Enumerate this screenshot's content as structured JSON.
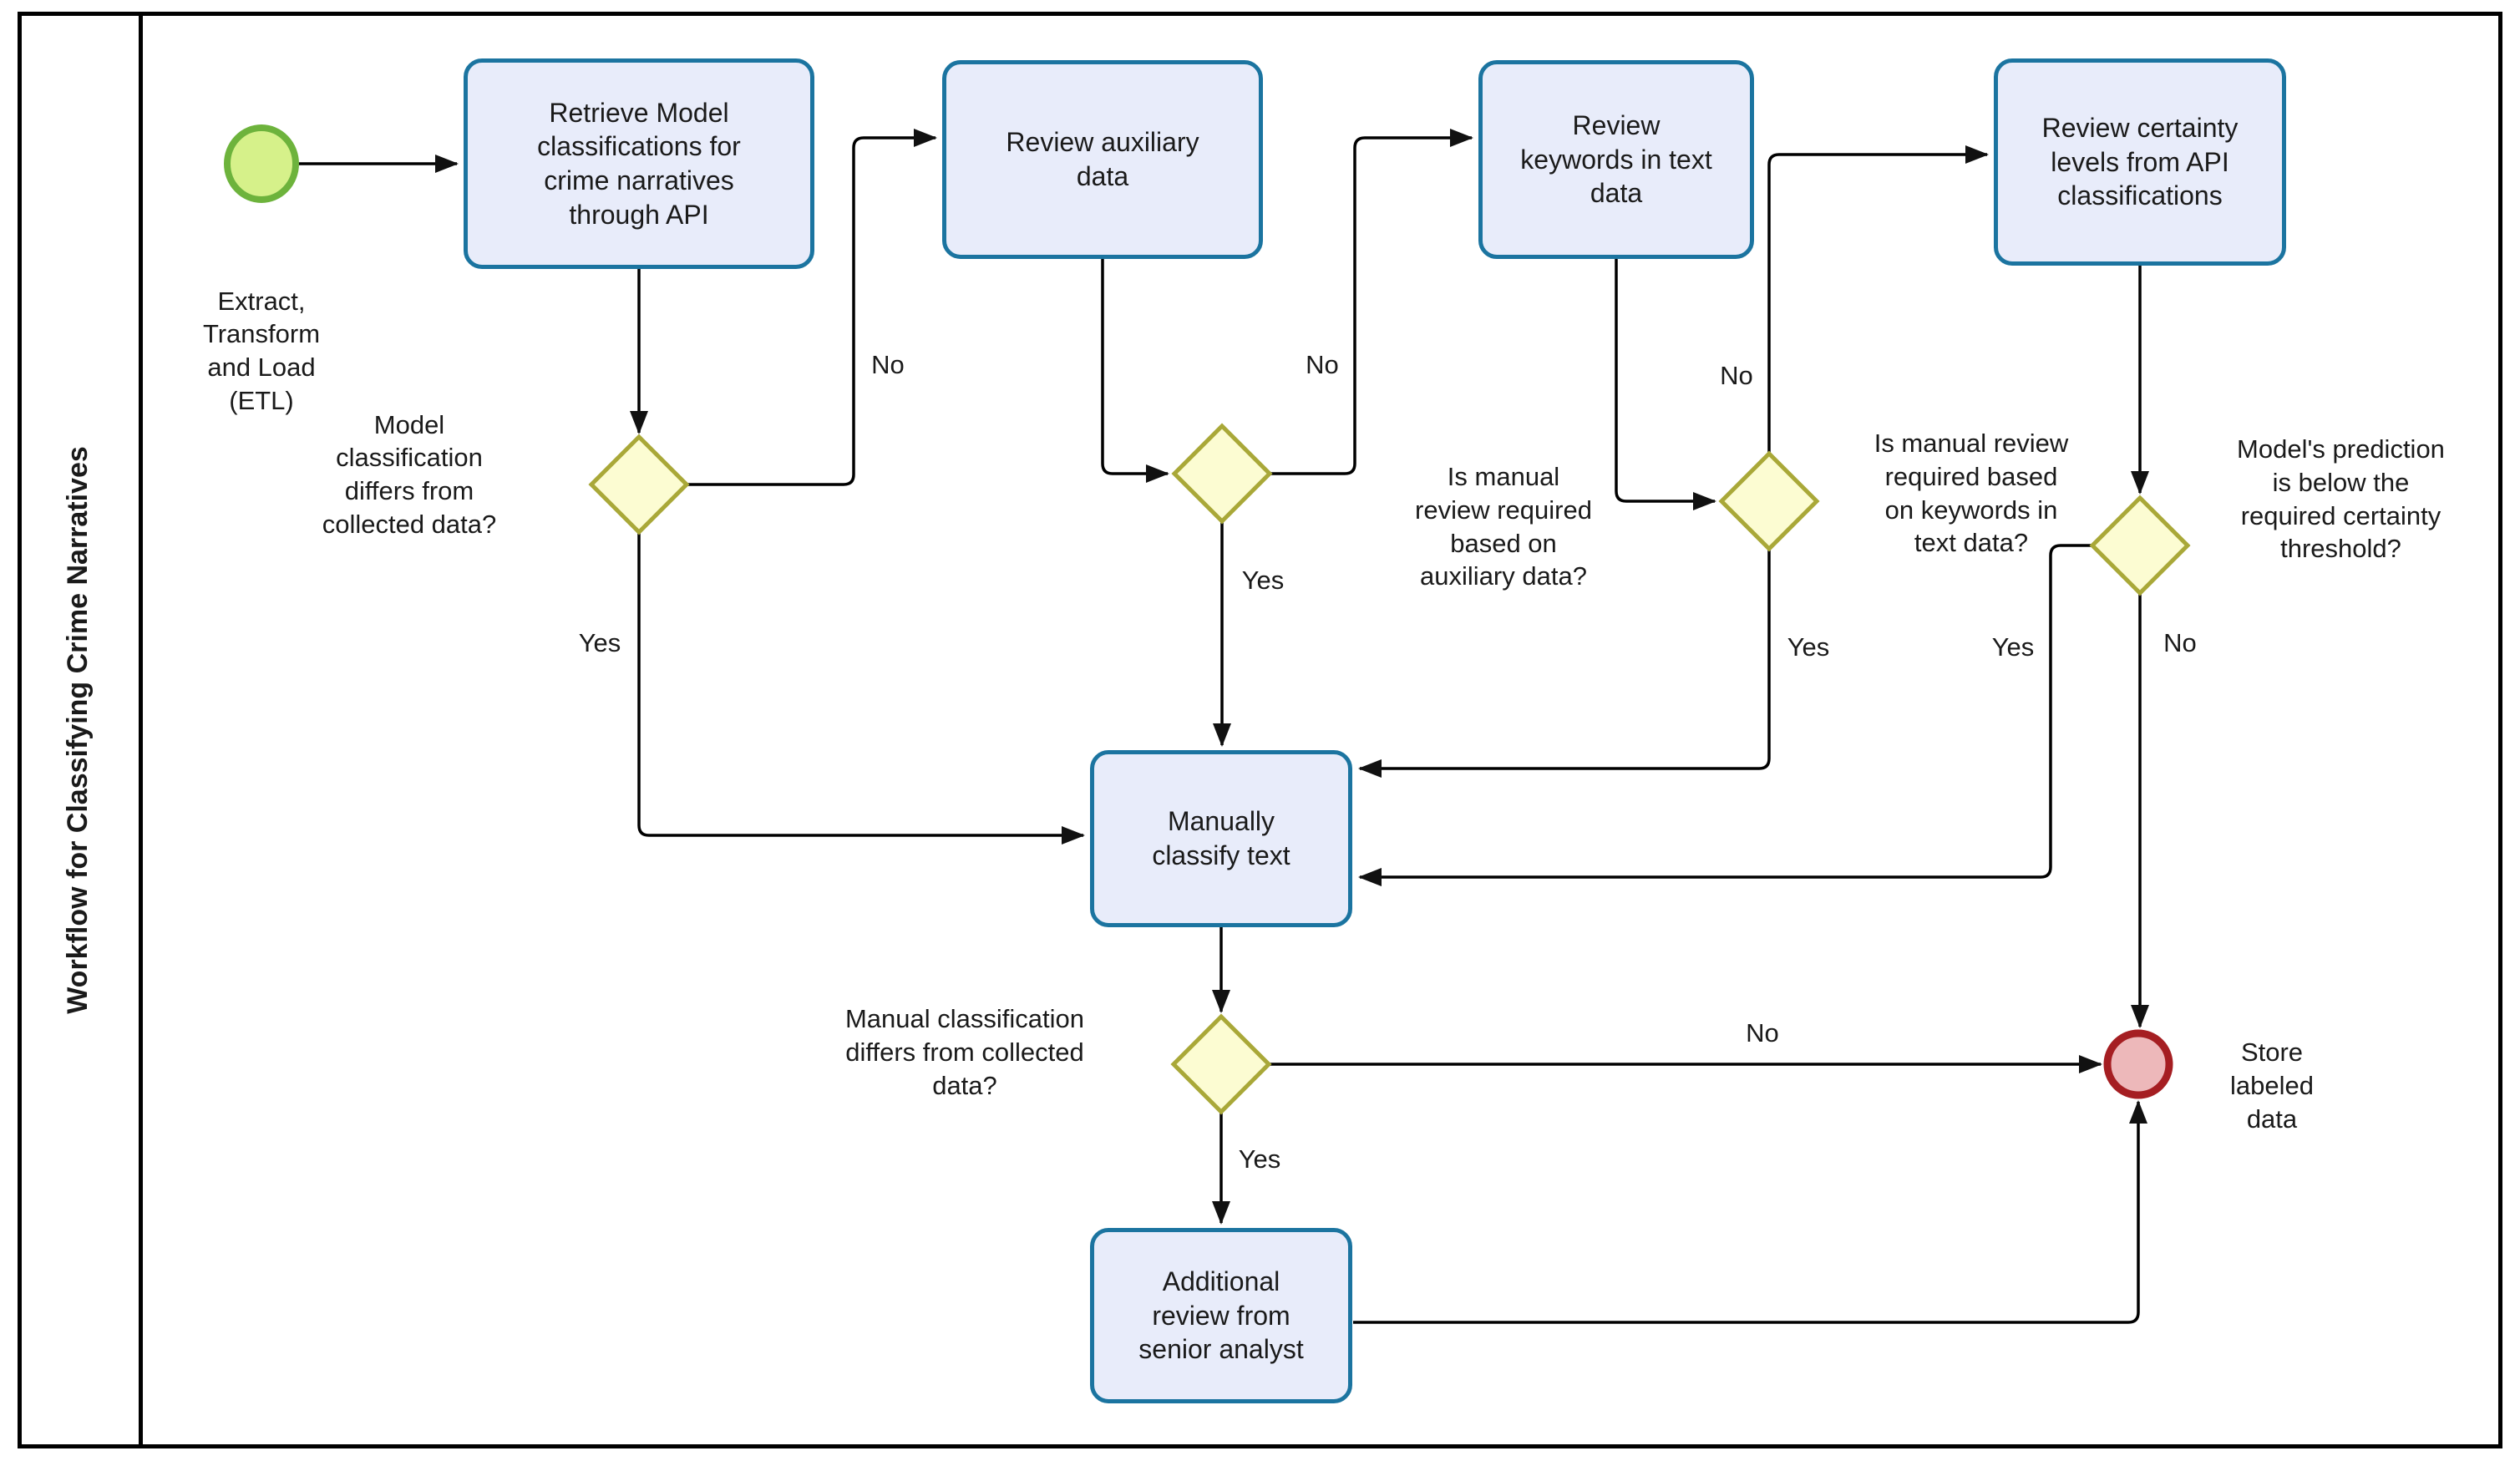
{
  "lane": {
    "title": "Workflow for Classifying Crime Narratives"
  },
  "nodes": {
    "start_event": {
      "label": "Extract,\nTransform\nand Load\n(ETL)"
    },
    "retrieve": {
      "label": "Retrieve Model\nclassifications for\ncrime narratives\nthrough API"
    },
    "review_auxiliary": {
      "label": "Review auxiliary\ndata"
    },
    "review_keywords": {
      "label": "Review\nkeywords in text\ndata"
    },
    "review_certainty": {
      "label": "Review certainty\nlevels from API\nclassifications"
    },
    "manual_classify": {
      "label": "Manually\nclassify text"
    },
    "senior_review": {
      "label": "Additional\nreview from\nsenior analyst"
    },
    "end_event": {
      "label": "Store\nlabeled\ndata"
    }
  },
  "gateways": {
    "g1": {
      "question": "Model\nclassification\ndiffers from\ncollected data?"
    },
    "g2": {
      "question": "Is manual\nreview required\nbased on\nauxiliary data?"
    },
    "g3": {
      "question": "Is manual review\nrequired based\non keywords in\ntext data?"
    },
    "g4": {
      "question": "Model's prediction\nis below the\nrequired certainty\nthreshold?"
    },
    "g5": {
      "question": "Manual classification\ndiffers from collected\ndata?"
    }
  },
  "labels": {
    "yes": "Yes",
    "no": "No"
  },
  "colors": {
    "task_fill": "#e8ecfa",
    "task_border": "#1b74a0",
    "gateway_fill": "#fcfcd2",
    "gateway_border": "#a9a838",
    "start_fill": "#d6f18a",
    "start_border": "#6db33c",
    "end_fill": "#edb8ba",
    "end_border": "#a51e22",
    "edge": "#000000",
    "text": "#1a1a1a"
  }
}
